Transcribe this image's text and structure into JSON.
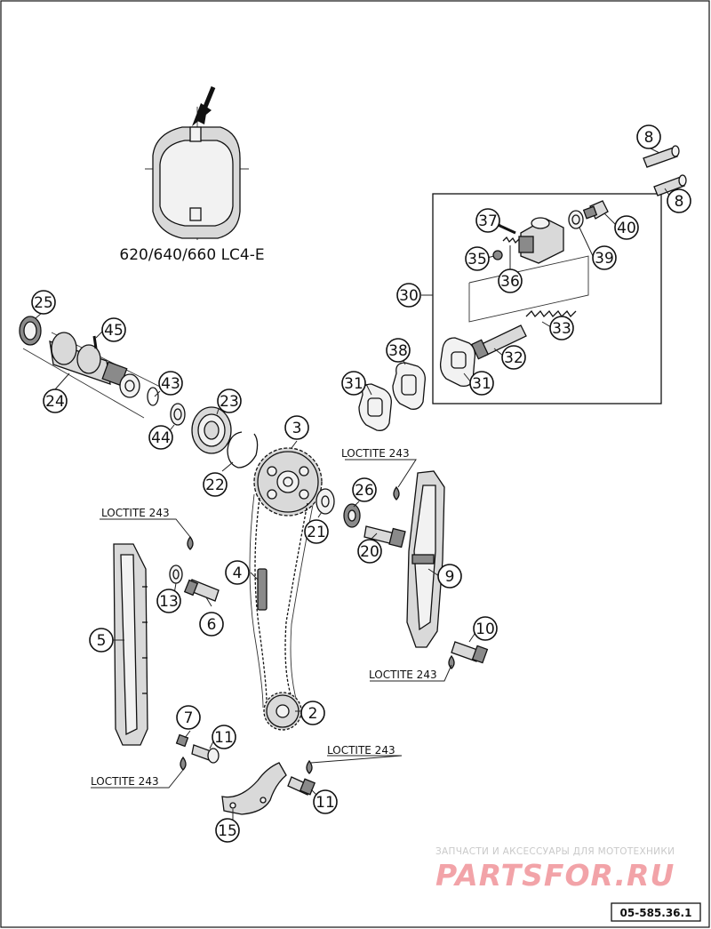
{
  "variant_label": "620/640/660 LC4-E",
  "notes": {
    "loctite": "LOCTITE 243"
  },
  "callouts": {
    "c2": "2",
    "c3": "3",
    "c4": "4",
    "c5": "5",
    "c6": "6",
    "c7": "7",
    "c8a": "8",
    "c8b": "8",
    "c9": "9",
    "c10": "10",
    "c11a": "11",
    "c11b": "11",
    "c13": "13",
    "c15": "15",
    "c20": "20",
    "c21": "21",
    "c22": "22",
    "c23": "23",
    "c24": "24",
    "c25": "25",
    "c26": "26",
    "c30": "30",
    "c31a": "31",
    "c31b": "31",
    "c32": "32",
    "c33": "33",
    "c35": "35",
    "c36": "36",
    "c37": "37",
    "c38": "38",
    "c39": "39",
    "c40": "40",
    "c43": "43",
    "c44": "44",
    "c45": "45"
  },
  "watermark": {
    "tagline": "ЗАПЧАСТИ И АКСЕССУАРЫ ДЛЯ МОТОТЕХНИКИ",
    "brand": "PARTSFOR.RU"
  },
  "reference_code": "05-585.36.1"
}
